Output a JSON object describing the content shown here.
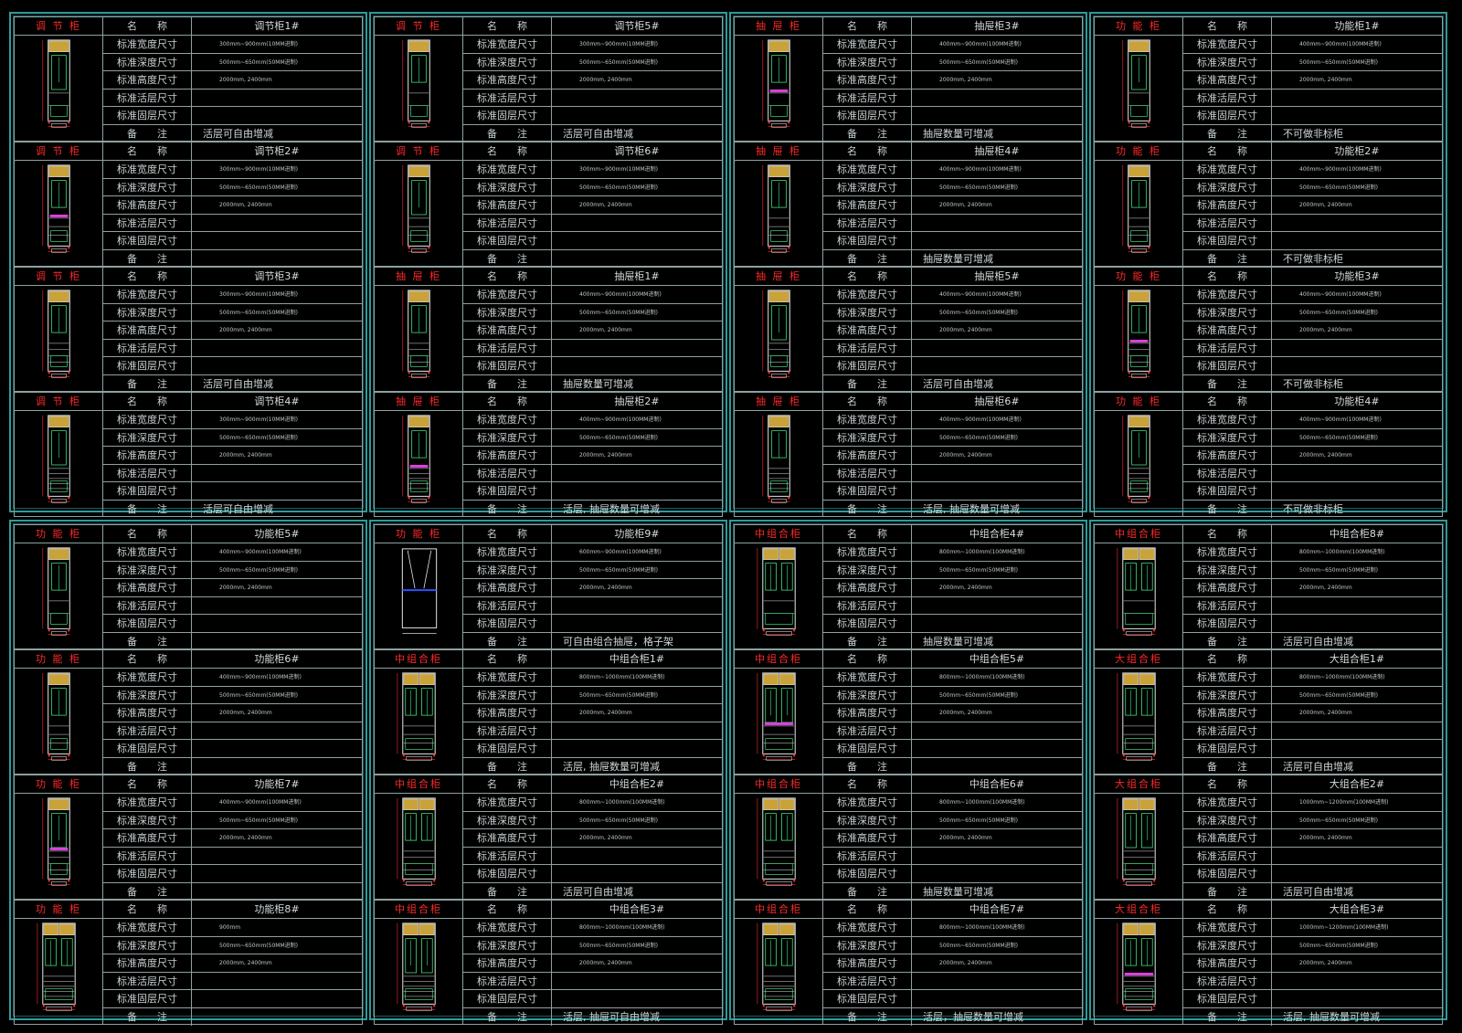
{
  "labels": {
    "name": "名　　称",
    "width": "标准宽度尺寸",
    "depth": "标准深度尺寸",
    "height": "标准高度尺寸",
    "active": "标准活层尺寸",
    "fixed": "标准固层尺寸",
    "note": "备　　注"
  },
  "columns": [
    {
      "cards": [
        {
          "category": "调 节 柜",
          "name": "调节柜1#",
          "width": "300mm~900mm(10MM进制)",
          "depth": "500mm~650mm(50MM进制)",
          "height": "2000mm, 2400mm",
          "note": "活层可自由增减"
        },
        {
          "category": "调 节 柜",
          "name": "调节柜2#",
          "width": "300mm~900mm(10MM进制)",
          "depth": "500mm~650mm(50MM进制)",
          "height": "2000mm, 2400mm",
          "note": ""
        },
        {
          "category": "调 节 柜",
          "name": "调节柜3#",
          "width": "300mm~900mm(10MM进制)",
          "depth": "500mm~650mm(50MM进制)",
          "height": "2000mm, 2400mm",
          "note": "活层可自由增减"
        },
        {
          "category": "调 节 柜",
          "name": "调节柜4#",
          "width": "300mm~900mm(10MM进制)",
          "depth": "500mm~650mm(50MM进制)",
          "height": "2000mm, 2400mm",
          "note": "活层可自由增减"
        },
        {
          "category": "功 能 柜",
          "name": "功能柜5#",
          "width": "400mm~900mm(100MM进制)",
          "depth": "500mm~650mm(50MM进制)",
          "height": "2000mm, 2400mm",
          "note": ""
        },
        {
          "category": "功 能 柜",
          "name": "功能柜6#",
          "width": "400mm~900mm(100MM进制)",
          "depth": "500mm~650mm(50MM进制)",
          "height": "2000mm, 2400mm",
          "note": ""
        },
        {
          "category": "功 能 柜",
          "name": "功能柜7#",
          "width": "400mm~900mm(100MM进制)",
          "depth": "500mm~650mm(50MM进制)",
          "height": "2000mm, 2400mm",
          "note": ""
        },
        {
          "category": "功 能 柜",
          "name": "功能柜8#",
          "width": "900mm",
          "depth": "500mm~650mm(50MM进制)",
          "height": "2000mm, 2400mm",
          "note": ""
        }
      ]
    },
    {
      "cards": [
        {
          "category": "调 节 柜",
          "name": "调节柜5#",
          "width": "300mm~900mm(10MM进制)",
          "depth": "500mm~650mm(50MM进制)",
          "height": "2000mm, 2400mm",
          "note": "活层可自由增减"
        },
        {
          "category": "调 节 柜",
          "name": "调节柜6#",
          "width": "300mm~900mm(10MM进制)",
          "depth": "500mm~650mm(50MM进制)",
          "height": "2000mm, 2400mm",
          "note": ""
        },
        {
          "category": "抽 屉 柜",
          "name": "抽屉柜1#",
          "width": "400mm~900mm(100MM进制)",
          "depth": "500mm~650mm(50MM进制)",
          "height": "2000mm, 2400mm",
          "note": "抽屉数量可增减"
        },
        {
          "category": "抽 屉 柜",
          "name": "抽屉柜2#",
          "width": "400mm~900mm(100MM进制)",
          "depth": "500mm~650mm(50MM进制)",
          "height": "2000mm, 2400mm",
          "note": "活层, 抽屉数量可增减"
        },
        {
          "category": "功 能 柜",
          "name": "功能柜9#",
          "width": "600mm~900mm(100MM进制)",
          "depth": "500mm~650mm(50MM进制)",
          "height": "2000mm, 2400mm",
          "note": "可自由组合抽屉，格子架"
        },
        {
          "category": "中组合柜",
          "name": "中组合柜1#",
          "width": "800mm~1000mm(100MM进制)",
          "depth": "500mm~650mm(50MM进制)",
          "height": "2000mm, 2400mm",
          "note": "活层, 抽屉数量可增减"
        },
        {
          "category": "中组合柜",
          "name": "中组合柜2#",
          "width": "800mm~1000mm(100MM进制)",
          "depth": "500mm~650mm(50MM进制)",
          "height": "2000mm, 2400mm",
          "note": "活层可自由增减"
        },
        {
          "category": "中组合柜",
          "name": "中组合柜3#",
          "width": "800mm~1000mm(100MM进制)",
          "depth": "500mm~650mm(50MM进制)",
          "height": "2000mm, 2400mm",
          "note": "活层, 抽屉可自由增减"
        }
      ]
    },
    {
      "cards": [
        {
          "category": "抽 屉 柜",
          "name": "抽屉柜3#",
          "width": "400mm~900mm(100MM进制)",
          "depth": "500mm~650mm(50MM进制)",
          "height": "2000mm, 2400mm",
          "note": "抽屉数量可增减"
        },
        {
          "category": "抽 屉 柜",
          "name": "抽屉柜4#",
          "width": "400mm~900mm(100MM进制)",
          "depth": "500mm~650mm(50MM进制)",
          "height": "2000mm, 2400mm",
          "note": "抽屉数量可增减"
        },
        {
          "category": "抽 屉 柜",
          "name": "抽屉柜5#",
          "width": "400mm~900mm(100MM进制)",
          "depth": "500mm~650mm(50MM进制)",
          "height": "2000mm, 2400mm",
          "note": "活层可自由增减"
        },
        {
          "category": "抽 屉 柜",
          "name": "抽屉柜6#",
          "width": "400mm~900mm(100MM进制)",
          "depth": "500mm~650mm(50MM进制)",
          "height": "2000mm, 2400mm",
          "note": "活层, 抽屉数量可增减"
        },
        {
          "category": "中组合柜",
          "name": "中组合柜4#",
          "width": "800mm~1000mm(100MM进制)",
          "depth": "500mm~650mm(50MM进制)",
          "height": "2000mm, 2400mm",
          "note": "抽屉数量可增减"
        },
        {
          "category": "中组合柜",
          "name": "中组合柜5#",
          "width": "800mm~1000mm(100MM进制)",
          "depth": "500mm~650mm(50MM进制)",
          "height": "2000mm, 2400mm",
          "note": ""
        },
        {
          "category": "中组合柜",
          "name": "中组合柜6#",
          "width": "800mm~1000mm(100MM进制)",
          "depth": "500mm~650mm(50MM进制)",
          "height": "2000mm, 2400mm",
          "note": "抽屉数量可增减"
        },
        {
          "category": "中组合柜",
          "name": "中组合柜7#",
          "width": "800mm~1000mm(100MM进制)",
          "depth": "500mm~650mm(50MM进制)",
          "height": "2000mm, 2400mm",
          "note": "活层，抽屉数量可增减"
        }
      ]
    },
    {
      "cards": [
        {
          "category": "功 能 柜",
          "name": "功能柜1#",
          "width": "400mm~900mm(100MM进制)",
          "depth": "500mm~650mm(50MM进制)",
          "height": "2000mm, 2400mm",
          "note": "不可做非标柜"
        },
        {
          "category": "功 能 柜",
          "name": "功能柜2#",
          "width": "400mm~900mm(100MM进制)",
          "depth": "500mm~650mm(50MM进制)",
          "height": "2000mm, 2400mm",
          "note": "不可做非标柜"
        },
        {
          "category": "功 能 柜",
          "name": "功能柜3#",
          "width": "400mm~900mm(100MM进制)",
          "depth": "500mm~650mm(50MM进制)",
          "height": "2000mm, 2400mm",
          "note": "不可做非标柜"
        },
        {
          "category": "功 能 柜",
          "name": "功能柜4#",
          "width": "400mm~900mm(100MM进制)",
          "depth": "500mm~650mm(50MM进制)",
          "height": "2000mm, 2400mm",
          "note": "不可做非标柜"
        },
        {
          "category": "中组合柜",
          "name": "中组合柜8#",
          "width": "800mm~1000mm(100MM进制)",
          "depth": "500mm~650mm(50MM进制)",
          "height": "2000mm, 2400mm",
          "note": "活层可自由增减"
        },
        {
          "category": "大组合柜",
          "name": "大组合柜1#",
          "width": "800mm~1000mm(100MM进制)",
          "depth": "500mm~650mm(50MM进制)",
          "height": "2000mm, 2400mm",
          "note": "活层可自由增减"
        },
        {
          "category": "大组合柜",
          "name": "大组合柜2#",
          "width": "1000mm~1200mm(100MM进制)",
          "depth": "500mm~650mm(50MM进制)",
          "height": "2000mm, 2400mm",
          "note": "活层可自由增减"
        },
        {
          "category": "大组合柜",
          "name": "大组合柜3#",
          "width": "1000mm~1200mm(100MM进制)",
          "depth": "500mm~650mm(50MM进制)",
          "height": "2000mm, 2400mm",
          "note": "活层, 抽屉数量可增减"
        }
      ]
    }
  ]
}
